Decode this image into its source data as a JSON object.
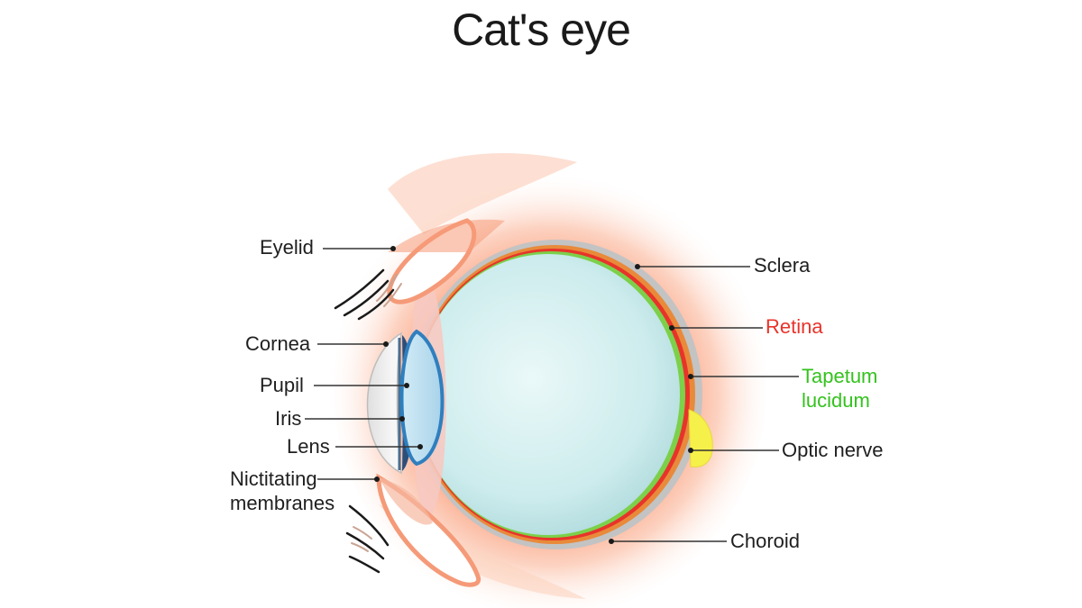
{
  "diagram": {
    "title": "Cat's eye",
    "labels": {
      "eyelid": "Eyelid",
      "cornea": "Cornea",
      "pupil": "Pupil",
      "iris": "Iris",
      "lens": "Lens",
      "nictitating_line1": "Nictitating",
      "nictitating_line2": "membranes",
      "sclera": "Sclera",
      "retina": "Retina",
      "tapetum_line1": "Tapetum",
      "tapetum_line2": "lucidum",
      "optic_nerve": "Optic nerve",
      "choroid": "Choroid"
    },
    "colors": {
      "glow": "#f9a27f",
      "vitreous": "#bfe3e4",
      "iris": "#2f7fbf",
      "retina_text": "#e8332a",
      "tapetum_text": "#34c21e",
      "optic_nerve": "#f6f04a",
      "sclera": "#b9b9b9",
      "leader_line": "#333333"
    }
  }
}
